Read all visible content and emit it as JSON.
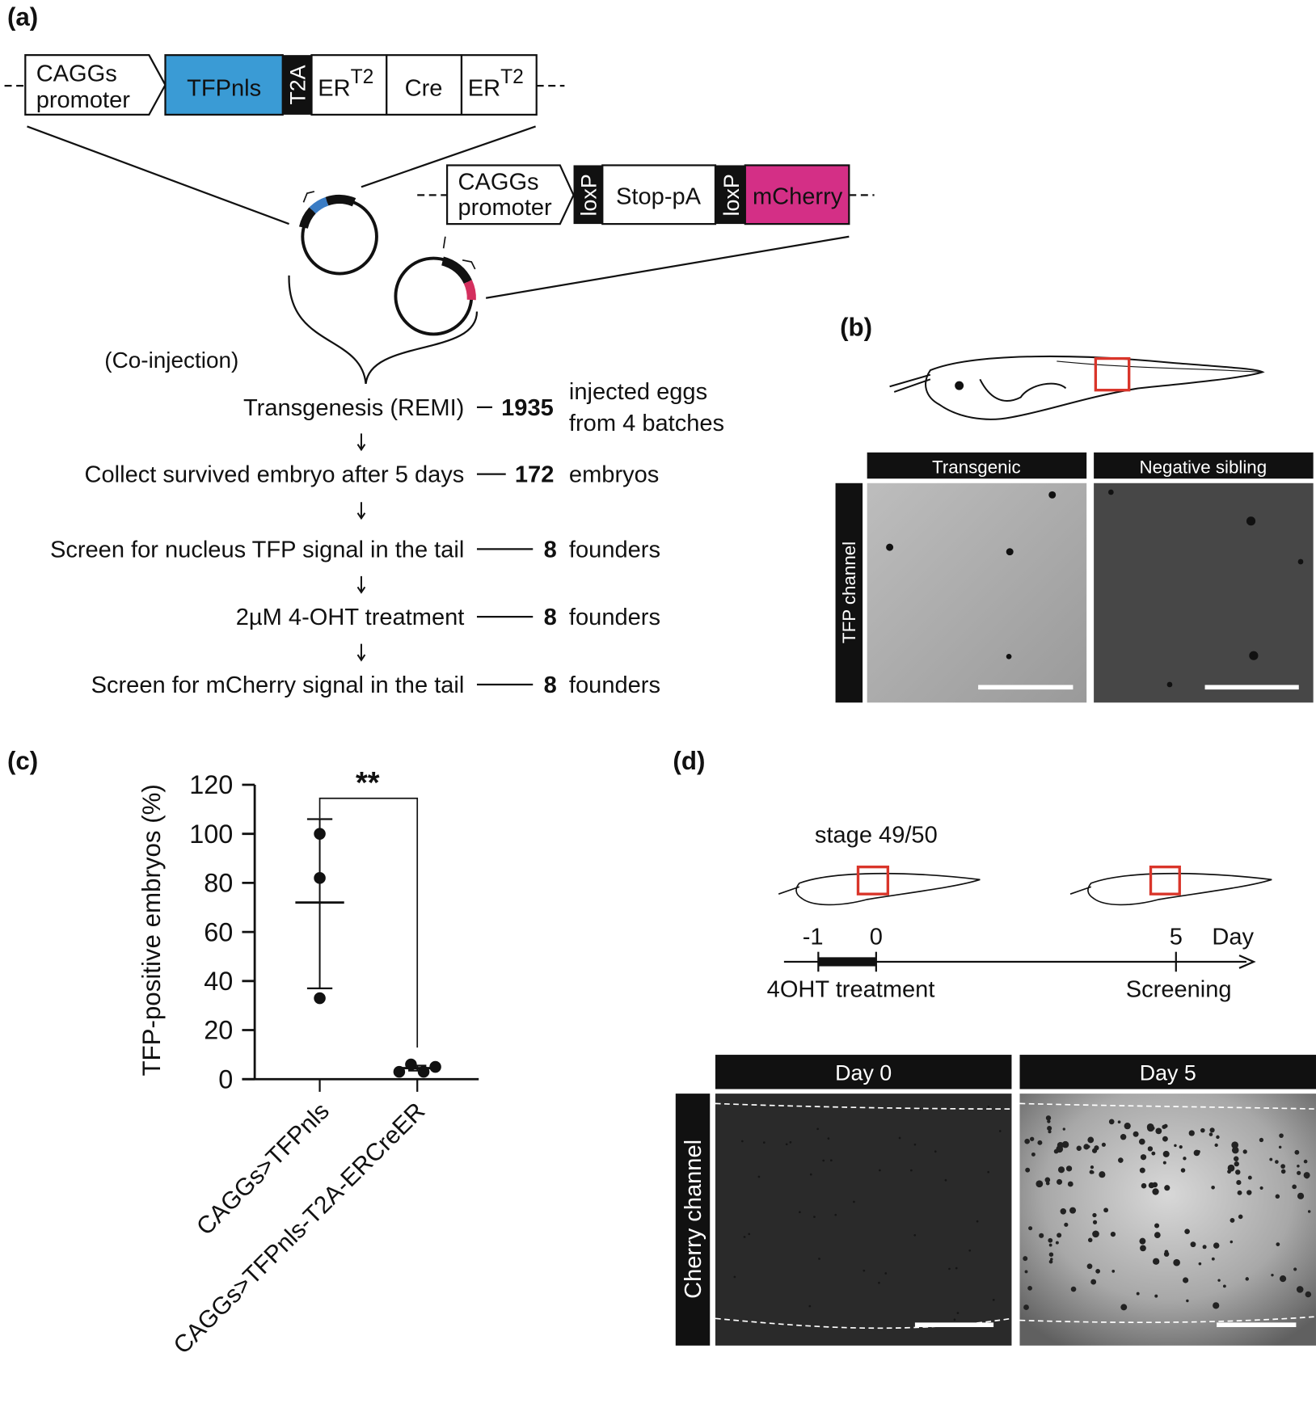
{
  "panel_a": {
    "label": "(a)",
    "construct1": {
      "promoter_line1": "CAGGs",
      "promoter_line2": "promoter",
      "tfp": "TFPnls",
      "t2a": "T2A",
      "ert2_a": "ER",
      "ert2_a_sup": "T2",
      "cre": "Cre",
      "ert2_b": "ER",
      "ert2_b_sup": "T2"
    },
    "construct2": {
      "promoter_line1": "CAGGs",
      "promoter_line2": "promoter",
      "loxp1": "loxP",
      "stop": "Stop-pA",
      "loxp2": "loxP",
      "mcherry": "mCherry"
    },
    "coinjection": "(Co-injection)",
    "steps": [
      {
        "text": "Transgenesis (REMI)",
        "count": "1935",
        "result_line1": "injected eggs",
        "result_line2": "from 4 batches"
      },
      {
        "text": "Collect survived embryo after 5 days",
        "count": "172",
        "result_line1": "embryos"
      },
      {
        "text": "Screen for nucleus TFP signal in the tail",
        "count": "8",
        "result_line1": "founders"
      },
      {
        "text": "2µM 4-OHT treatment",
        "count": "8",
        "result_line1": "founders"
      },
      {
        "text": "Screen for mCherry signal in the tail",
        "count": "8",
        "result_line1": "founders"
      }
    ],
    "colors": {
      "tfp": "#3a9bd5",
      "mcherry": "#d42f86",
      "loxp": "#111111"
    }
  },
  "panel_b": {
    "label": "(b)",
    "col1": "Transgenic",
    "col2": "Negative sibling",
    "row": "TFP channel",
    "roi_color": "#d9352a"
  },
  "panel_c": {
    "label": "(c)"
  },
  "panel_d": {
    "label": "(d)",
    "stage": "stage 49/50",
    "ticks": [
      "-1",
      "0",
      "5"
    ],
    "axis_unit": "Day",
    "treatment": "4OHT treatment",
    "screening": "Screening",
    "col1": "Day 0",
    "col2": "Day 5",
    "row": "Cherry channel"
  },
  "chart_data": {
    "type": "scatter",
    "ylabel": "TFP-positive embryos (%)",
    "ylim": [
      0,
      120
    ],
    "yticks": [
      "0",
      "20",
      "40",
      "60",
      "80",
      "100",
      "120"
    ],
    "categories": [
      "CAGGs>TFPnls",
      "CAGGs>TFPnls-T2A-ERCreER"
    ],
    "points": [
      [
        100,
        82,
        33
      ],
      [
        3,
        6,
        3,
        5
      ]
    ],
    "mean": [
      72,
      4.5
    ],
    "error_low": [
      37,
      3.5
    ],
    "error_high": [
      106,
      5.5
    ],
    "significance": "**"
  }
}
